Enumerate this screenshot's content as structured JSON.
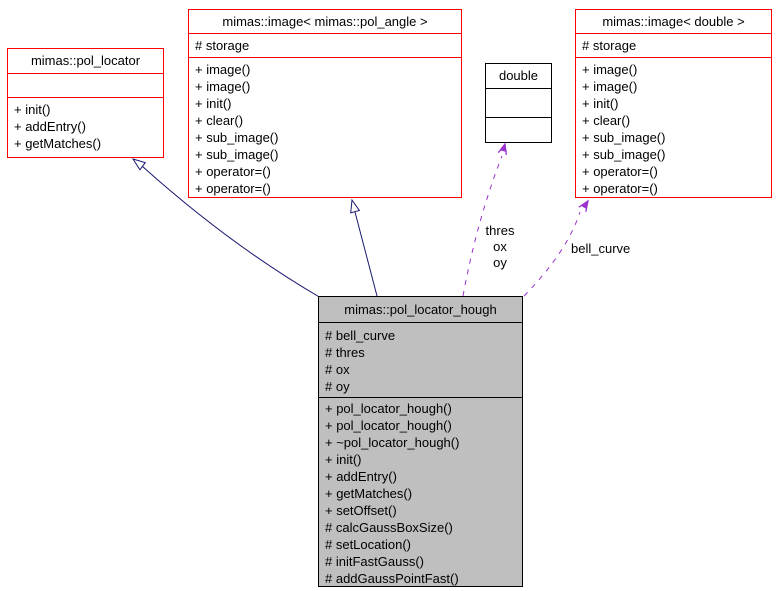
{
  "diagram": {
    "colors": {
      "border_red": "#ff0000",
      "border_black": "#000000",
      "fill_highlight": "#bfbfbf",
      "edge_inherit": "#191970",
      "edge_usage": "#9a32cd",
      "text": "#000000",
      "background": "#ffffff"
    },
    "classes": {
      "pol_locator": {
        "title": "mimas::pol_locator",
        "attributes": [],
        "methods": [
          "+ init()",
          "+ addEntry()",
          "+ getMatches()"
        ]
      },
      "image_pol_angle": {
        "title": "mimas::image< mimas::pol_angle >",
        "attributes": [
          "# storage"
        ],
        "methods": [
          "+ image()",
          "+ image()",
          "+ init()",
          "+ clear()",
          "+ sub_image()",
          "+ sub_image()",
          "+ operator=()",
          "+ operator=()"
        ]
      },
      "double_type": {
        "title": "double",
        "attributes": [],
        "methods": []
      },
      "image_double": {
        "title": "mimas::image< double >",
        "attributes": [
          "# storage"
        ],
        "methods": [
          "+ image()",
          "+ image()",
          "+ init()",
          "+ clear()",
          "+ sub_image()",
          "+ sub_image()",
          "+ operator=()",
          "+ operator=()"
        ]
      },
      "pol_locator_hough": {
        "title": "mimas::pol_locator_hough",
        "attributes": [
          "# bell_curve",
          "# thres",
          "# ox",
          "# oy"
        ],
        "methods": [
          "+ pol_locator_hough()",
          "+ pol_locator_hough()",
          "+ ~pol_locator_hough()",
          "+ init()",
          "+ addEntry()",
          "+ getMatches()",
          "+ setOffset()",
          "# calcGaussBoxSize()",
          "# setLocation()",
          "# initFastGauss()",
          "# addGaussPointFast()"
        ]
      }
    },
    "edge_labels": {
      "usage_double": [
        "thres",
        "ox",
        "oy"
      ],
      "usage_image_double": "bell_curve"
    }
  }
}
